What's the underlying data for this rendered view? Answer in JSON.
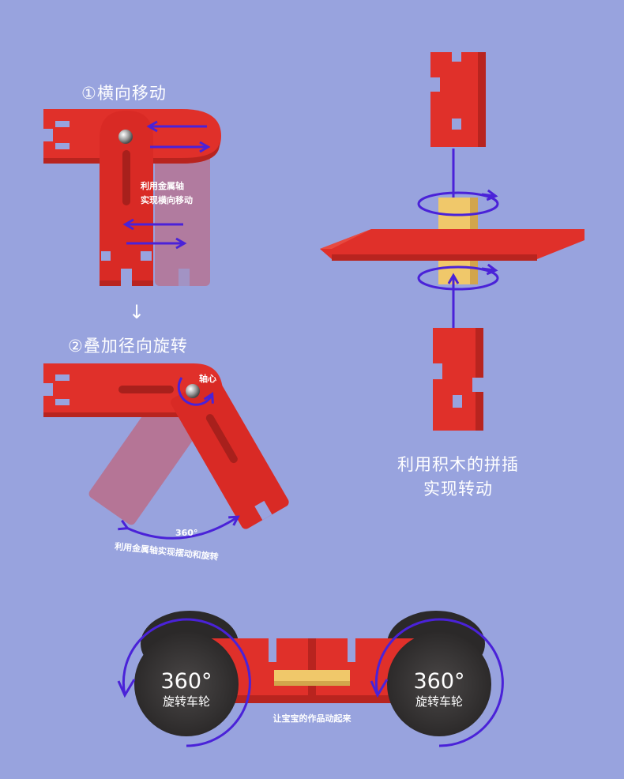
{
  "sections": {
    "lateral": {
      "title": "①横向移动",
      "note_line1": "利用金属轴",
      "note_line2": "实现横向移动"
    },
    "arrow_down": "↓",
    "rotation": {
      "title": "②叠加径向旋转",
      "axis_label": "轴心",
      "degrees": "360°",
      "caption": "利用金属轴实现摆动和旋转"
    },
    "insertion": {
      "line1": "利用积木的拼插",
      "line2": "实现转动"
    },
    "car": {
      "left_wheel_degrees": "360°",
      "left_wheel_label": "旋转车轮",
      "right_wheel_degrees": "360°",
      "right_wheel_label": "旋转车轮",
      "caption": "让宝宝的作品动起来"
    }
  },
  "colors": {
    "background": "#98a3de",
    "block_red": "#e0302a",
    "block_red_dark": "#b8241f",
    "arrow_purple": "#4a22d8",
    "wood": "#f0c86a",
    "wheel": "#3c3a3a"
  }
}
